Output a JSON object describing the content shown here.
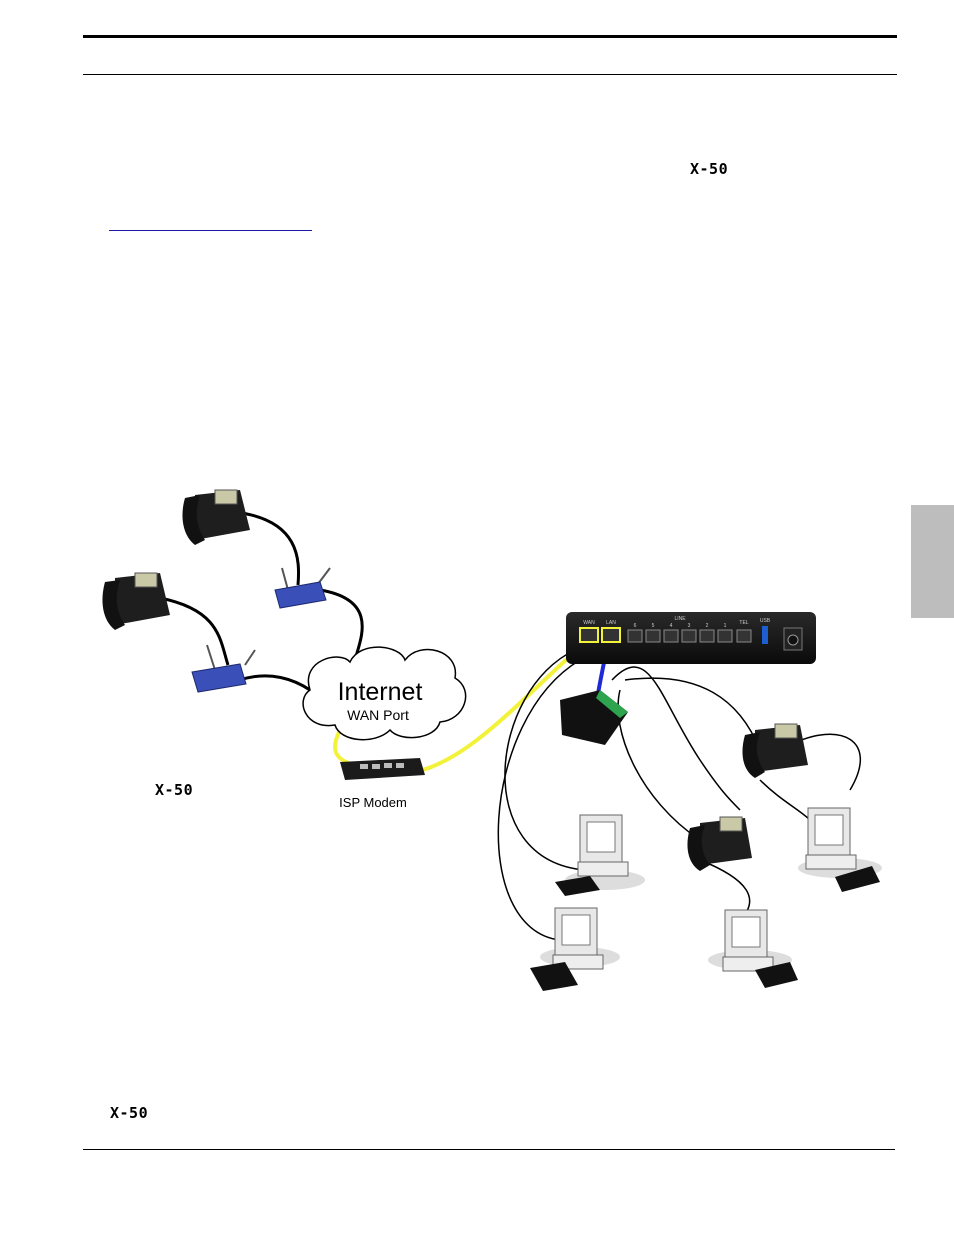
{
  "document": {
    "product_name_top": "X-50",
    "product_name_figure": "X-50",
    "product_name_bottom": "X-50"
  },
  "diagram": {
    "cloud_title": "Internet",
    "cloud_subtitle": "WAN Port",
    "modem_label": "ISP Modem",
    "device_port_wan": "WAN",
    "device_port_lan": "LAN",
    "device_group_line": "LINE",
    "device_line_numbers": [
      "6",
      "5",
      "4",
      "3",
      "2",
      "1"
    ],
    "device_port_tel": "TEL",
    "device_port_usb": "USB",
    "colors": {
      "wan_cable": "#f2f23a",
      "lan_cable": "#1e2ad6",
      "router_blue": "#3b4fb8",
      "section_tab": "#bdbdbd"
    }
  }
}
